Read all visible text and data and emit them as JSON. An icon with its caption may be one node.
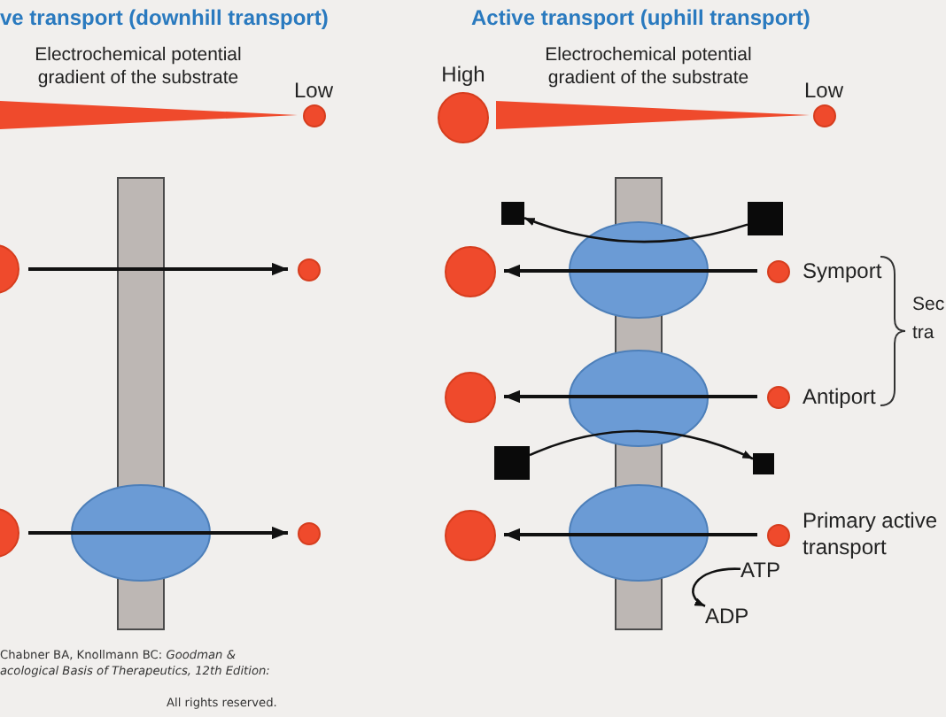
{
  "diagram": {
    "nodes": [
      {
        "text": [],
        "shape": "triangle",
        "beside": [
          "Electrochemical potential gradient of the substrate"
        ]
      },
      {
        "text": [],
        "shape": "circle",
        "beside": [
          "Low"
        ]
      },
      {
        "text": [],
        "shape": "circle",
        "beside": [
          "High"
        ]
      },
      {
        "text": [],
        "shape": "triangle",
        "beside": [
          "Electrochemical potential gradient of the substrate"
        ]
      },
      {
        "text": [],
        "shape": "circle",
        "beside": [
          "Low"
        ]
      },
      {
        "text": [],
        "shape": "square"
      },
      {
        "text": [],
        "shape": "square"
      },
      {
        "text": [],
        "shape": "circle"
      },
      {
        "text": [],
        "shape": "circle"
      },
      {
        "text": [],
        "shape": "circle"
      },
      {
        "text": [],
        "shape": "circle"
      },
      {
        "text": [],
        "shape": "circle"
      },
      {
        "text": [],
        "shape": "circle"
      },
      {
        "text": [],
        "shape": "square"
      },
      {
        "text": [],
        "shape": "square"
      },
      {
        "text": [],
        "shape": "circle"
      },
      {
        "text": [],
        "shape": "circle"
      },
      {
        "text": [],
        "shape": "circle"
      },
      {
        "text": [],
        "shape": "circle"
      },
      {
        "text": [
          "ATP"
        ]
      },
      {
        "text": [
          "ADP"
        ]
      }
    ],
    "edges": [
      {
        "from": 6,
        "to": 5,
        "arrow": "to"
      },
      {
        "from": 7,
        "to": 8,
        "arrow": "to"
      },
      {
        "from": 10,
        "to": 9,
        "arrow": "to"
      },
      {
        "from": 12,
        "to": 11,
        "arrow": "to"
      },
      {
        "from": 13,
        "to": 14,
        "arrow": "to"
      },
      {
        "from": 15,
        "to": 16,
        "arrow": "to"
      },
      {
        "from": 18,
        "to": 17,
        "arrow": "to"
      },
      {
        "from": 19,
        "to": 20,
        "arrow": "to"
      }
    ],
    "labels": [
      "ve transport (downhill transport)",
      "Active transport (uphill transport)",
      "Symport",
      "Sec tra",
      "Antiport",
      "Primary active transport",
      "Chabner BA, Knollmann BC: *Goodman &*",
      "acological Basis of Therapeutics, 12th Edition:",
      "All rights reserved."
    ]
  }
}
